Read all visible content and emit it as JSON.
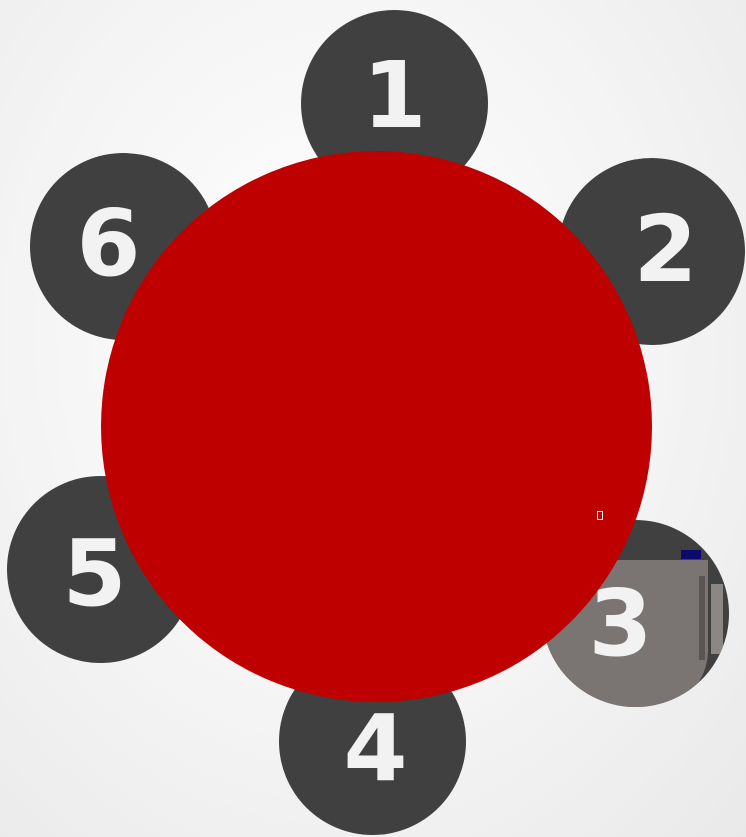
{
  "diagram": {
    "hub": {
      "color": "#bf0000"
    },
    "satellites": [
      {
        "label": "1"
      },
      {
        "label": "2"
      },
      {
        "label": "3"
      },
      {
        "label": "4"
      },
      {
        "label": "5"
      },
      {
        "label": "6"
      }
    ],
    "satellite_color": "#404040",
    "label_color": "#f2f2f2"
  }
}
